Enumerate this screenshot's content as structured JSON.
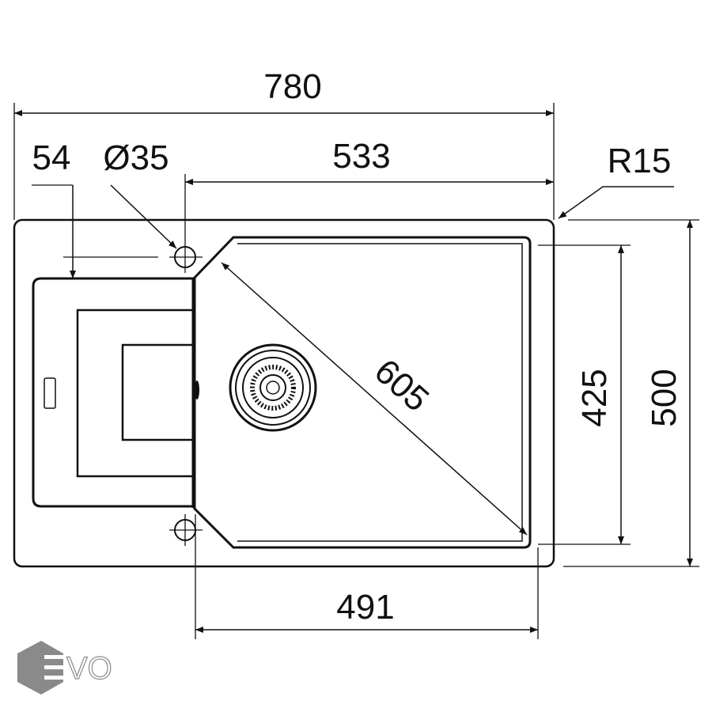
{
  "dimensions": {
    "overall_width": "780",
    "tap_offset": "54",
    "tap_hole": "Ø35",
    "bowl_from_hole": "533",
    "corner_radius": "R15",
    "bowl_diagonal": "605",
    "bowl_depth": "425",
    "overall_depth": "500",
    "bowl_width": "491"
  },
  "logo": {
    "text": "EVO",
    "color": "#8a8a8a"
  }
}
